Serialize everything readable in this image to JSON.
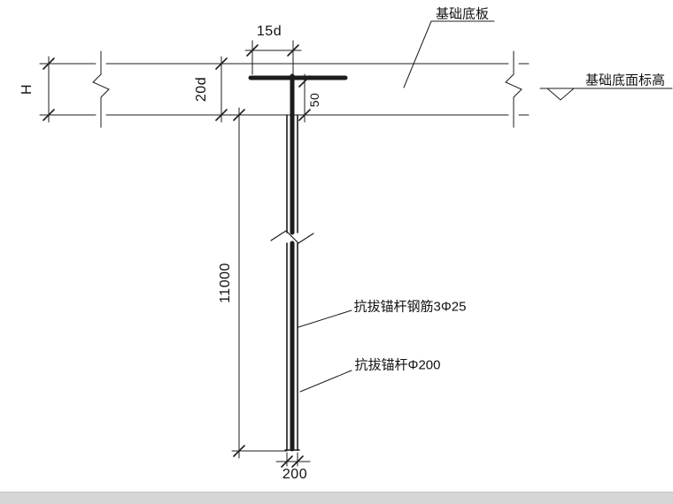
{
  "labels": {
    "slab": "基础底板",
    "elevation": "基础底面标高",
    "rebar": "抗拔锚杆钢筋3Φ25",
    "anchor": "抗拔锚杆Φ200"
  },
  "dimensions": {
    "hook_length": "15d",
    "anchorage_depth": "20d",
    "slab_thickness": "H",
    "cover": "50",
    "anchor_length": "11000",
    "anchor_width": "200"
  },
  "colors": {
    "line": "#1c1c1c",
    "background": "#ffffff",
    "footer_bar": "#d6d6d6"
  }
}
